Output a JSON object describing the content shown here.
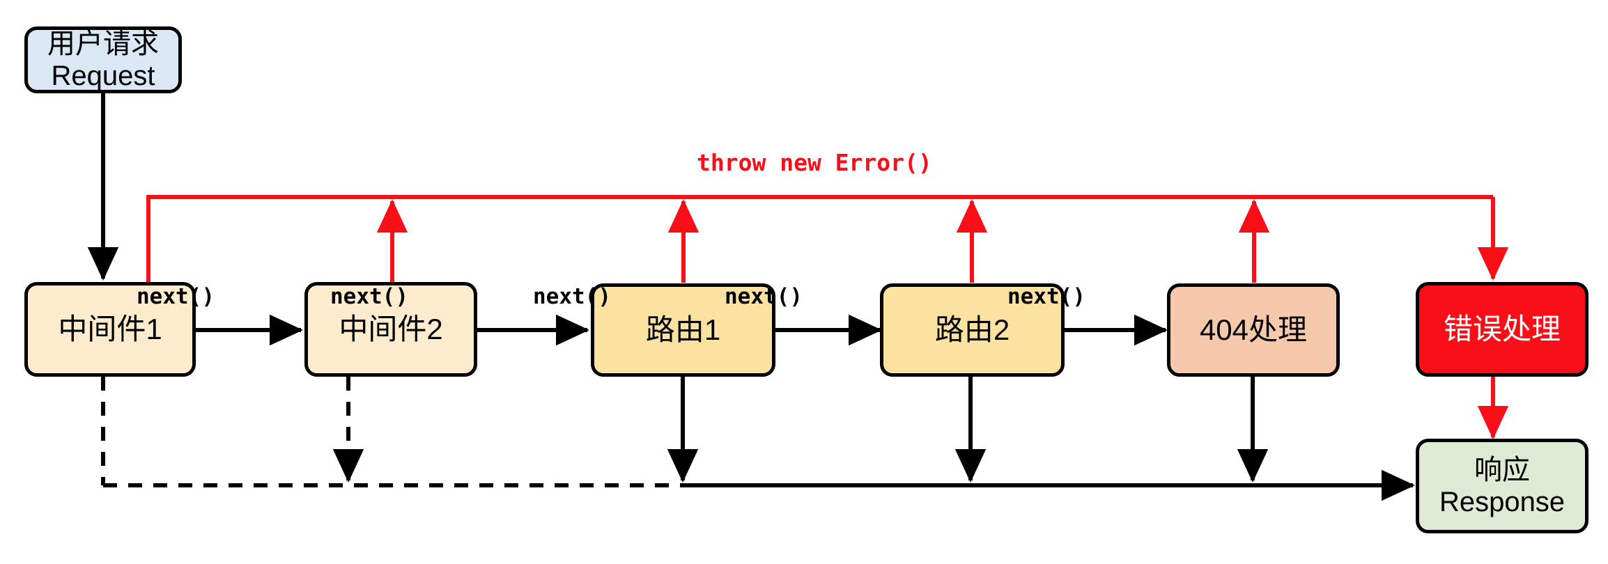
{
  "diagram": {
    "type": "flowchart",
    "title": "Express middleware / routing request flow",
    "colors": {
      "request_fill": "#dae8f5",
      "middleware_fill": "#fdebcd",
      "route_fill": "#fbe2a0",
      "notfound_fill": "#f7c9ac",
      "error_fill": "#fa0f19",
      "response_fill": "#dfead5",
      "stroke": "#000000",
      "error_stroke": "#fa0f19",
      "error_text": "#ffffff"
    },
    "nodes": [
      {
        "id": "request",
        "line1": "用户请求",
        "line2": "Request"
      },
      {
        "id": "mw1",
        "label": "中间件1"
      },
      {
        "id": "mw2",
        "label": "中间件2"
      },
      {
        "id": "route1",
        "label": "路由1"
      },
      {
        "id": "route2",
        "label": "路由2"
      },
      {
        "id": "notfound",
        "label": "404处理"
      },
      {
        "id": "error",
        "label": "错误处理"
      },
      {
        "id": "response",
        "line1": "响应",
        "line2": "Response"
      }
    ],
    "edge_labels": {
      "next1": "next()",
      "next2": "next()",
      "next3": "next()",
      "next4": "next()",
      "next5": "next()",
      "throw": "throw new Error()"
    }
  }
}
